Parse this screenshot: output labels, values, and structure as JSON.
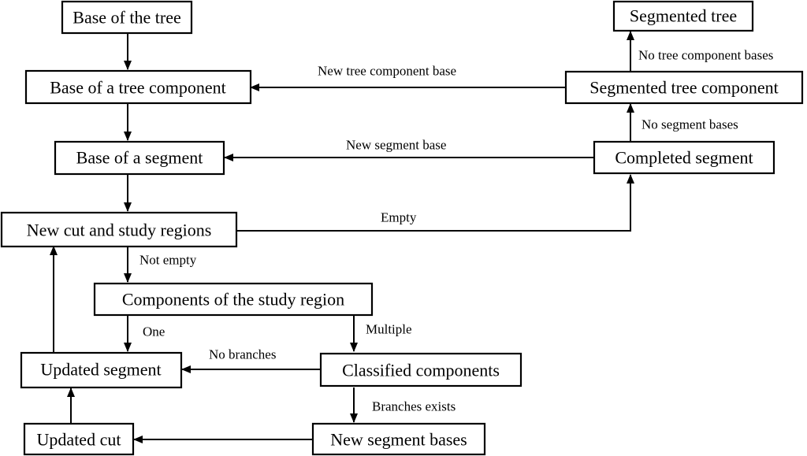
{
  "nodes": {
    "base_tree": "Base of the tree",
    "base_component": "Base of a tree component",
    "base_segment": "Base of a segment",
    "new_cut": "New cut and study regions",
    "components_study": "Components of the study region",
    "updated_segment": "Updated segment",
    "classified": "Classified components",
    "updated_cut": "Updated cut",
    "new_segment_bases": "New segment bases",
    "segmented_tree": "Segmented tree",
    "segmented_component": "Segmented tree component",
    "completed_segment": "Completed segment"
  },
  "edge_labels": {
    "new_tree_component_base": "New tree component base",
    "no_tree_component_bases": "No tree component bases",
    "no_segment_bases": "No segment bases",
    "new_segment_base": "New segment base",
    "empty": "Empty",
    "not_empty": "Not empty",
    "one": "One",
    "multiple": "Multiple",
    "no_branches": "No branches",
    "branches_exists": "Branches exists"
  }
}
